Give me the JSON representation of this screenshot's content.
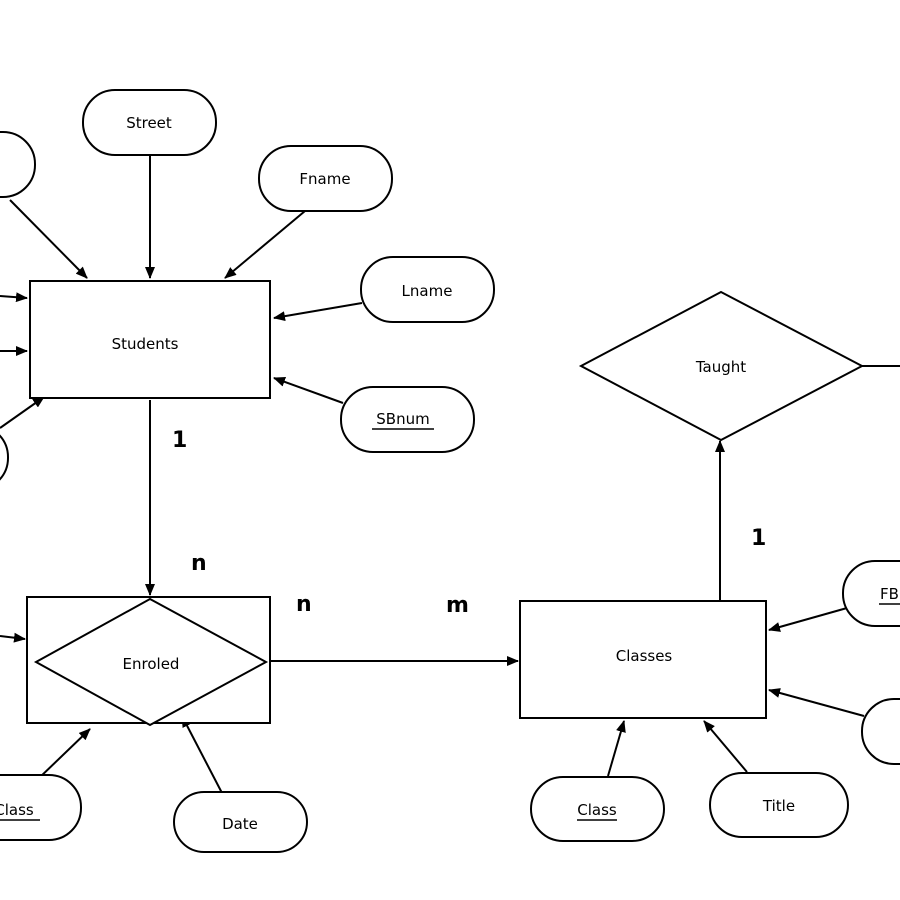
{
  "entities": {
    "students": "Students",
    "classes": "Classes"
  },
  "relationships": {
    "enroled": "Enroled",
    "taught": "Taught"
  },
  "attributes": {
    "street": "Street",
    "fname": "Fname",
    "lname": "Lname",
    "sbnum": "SBnum",
    "date": "Date",
    "enroled_class": "Class",
    "classes_class": "Class",
    "title": "Title",
    "fb": "FB"
  },
  "cardinalities": {
    "students_enroled": "1",
    "enroled_students": "n",
    "enroled_classes_n": "n",
    "enroled_classes_m": "m",
    "classes_taught": "1"
  },
  "colors": {
    "stroke": "#000000",
    "background": "#ffffff"
  }
}
